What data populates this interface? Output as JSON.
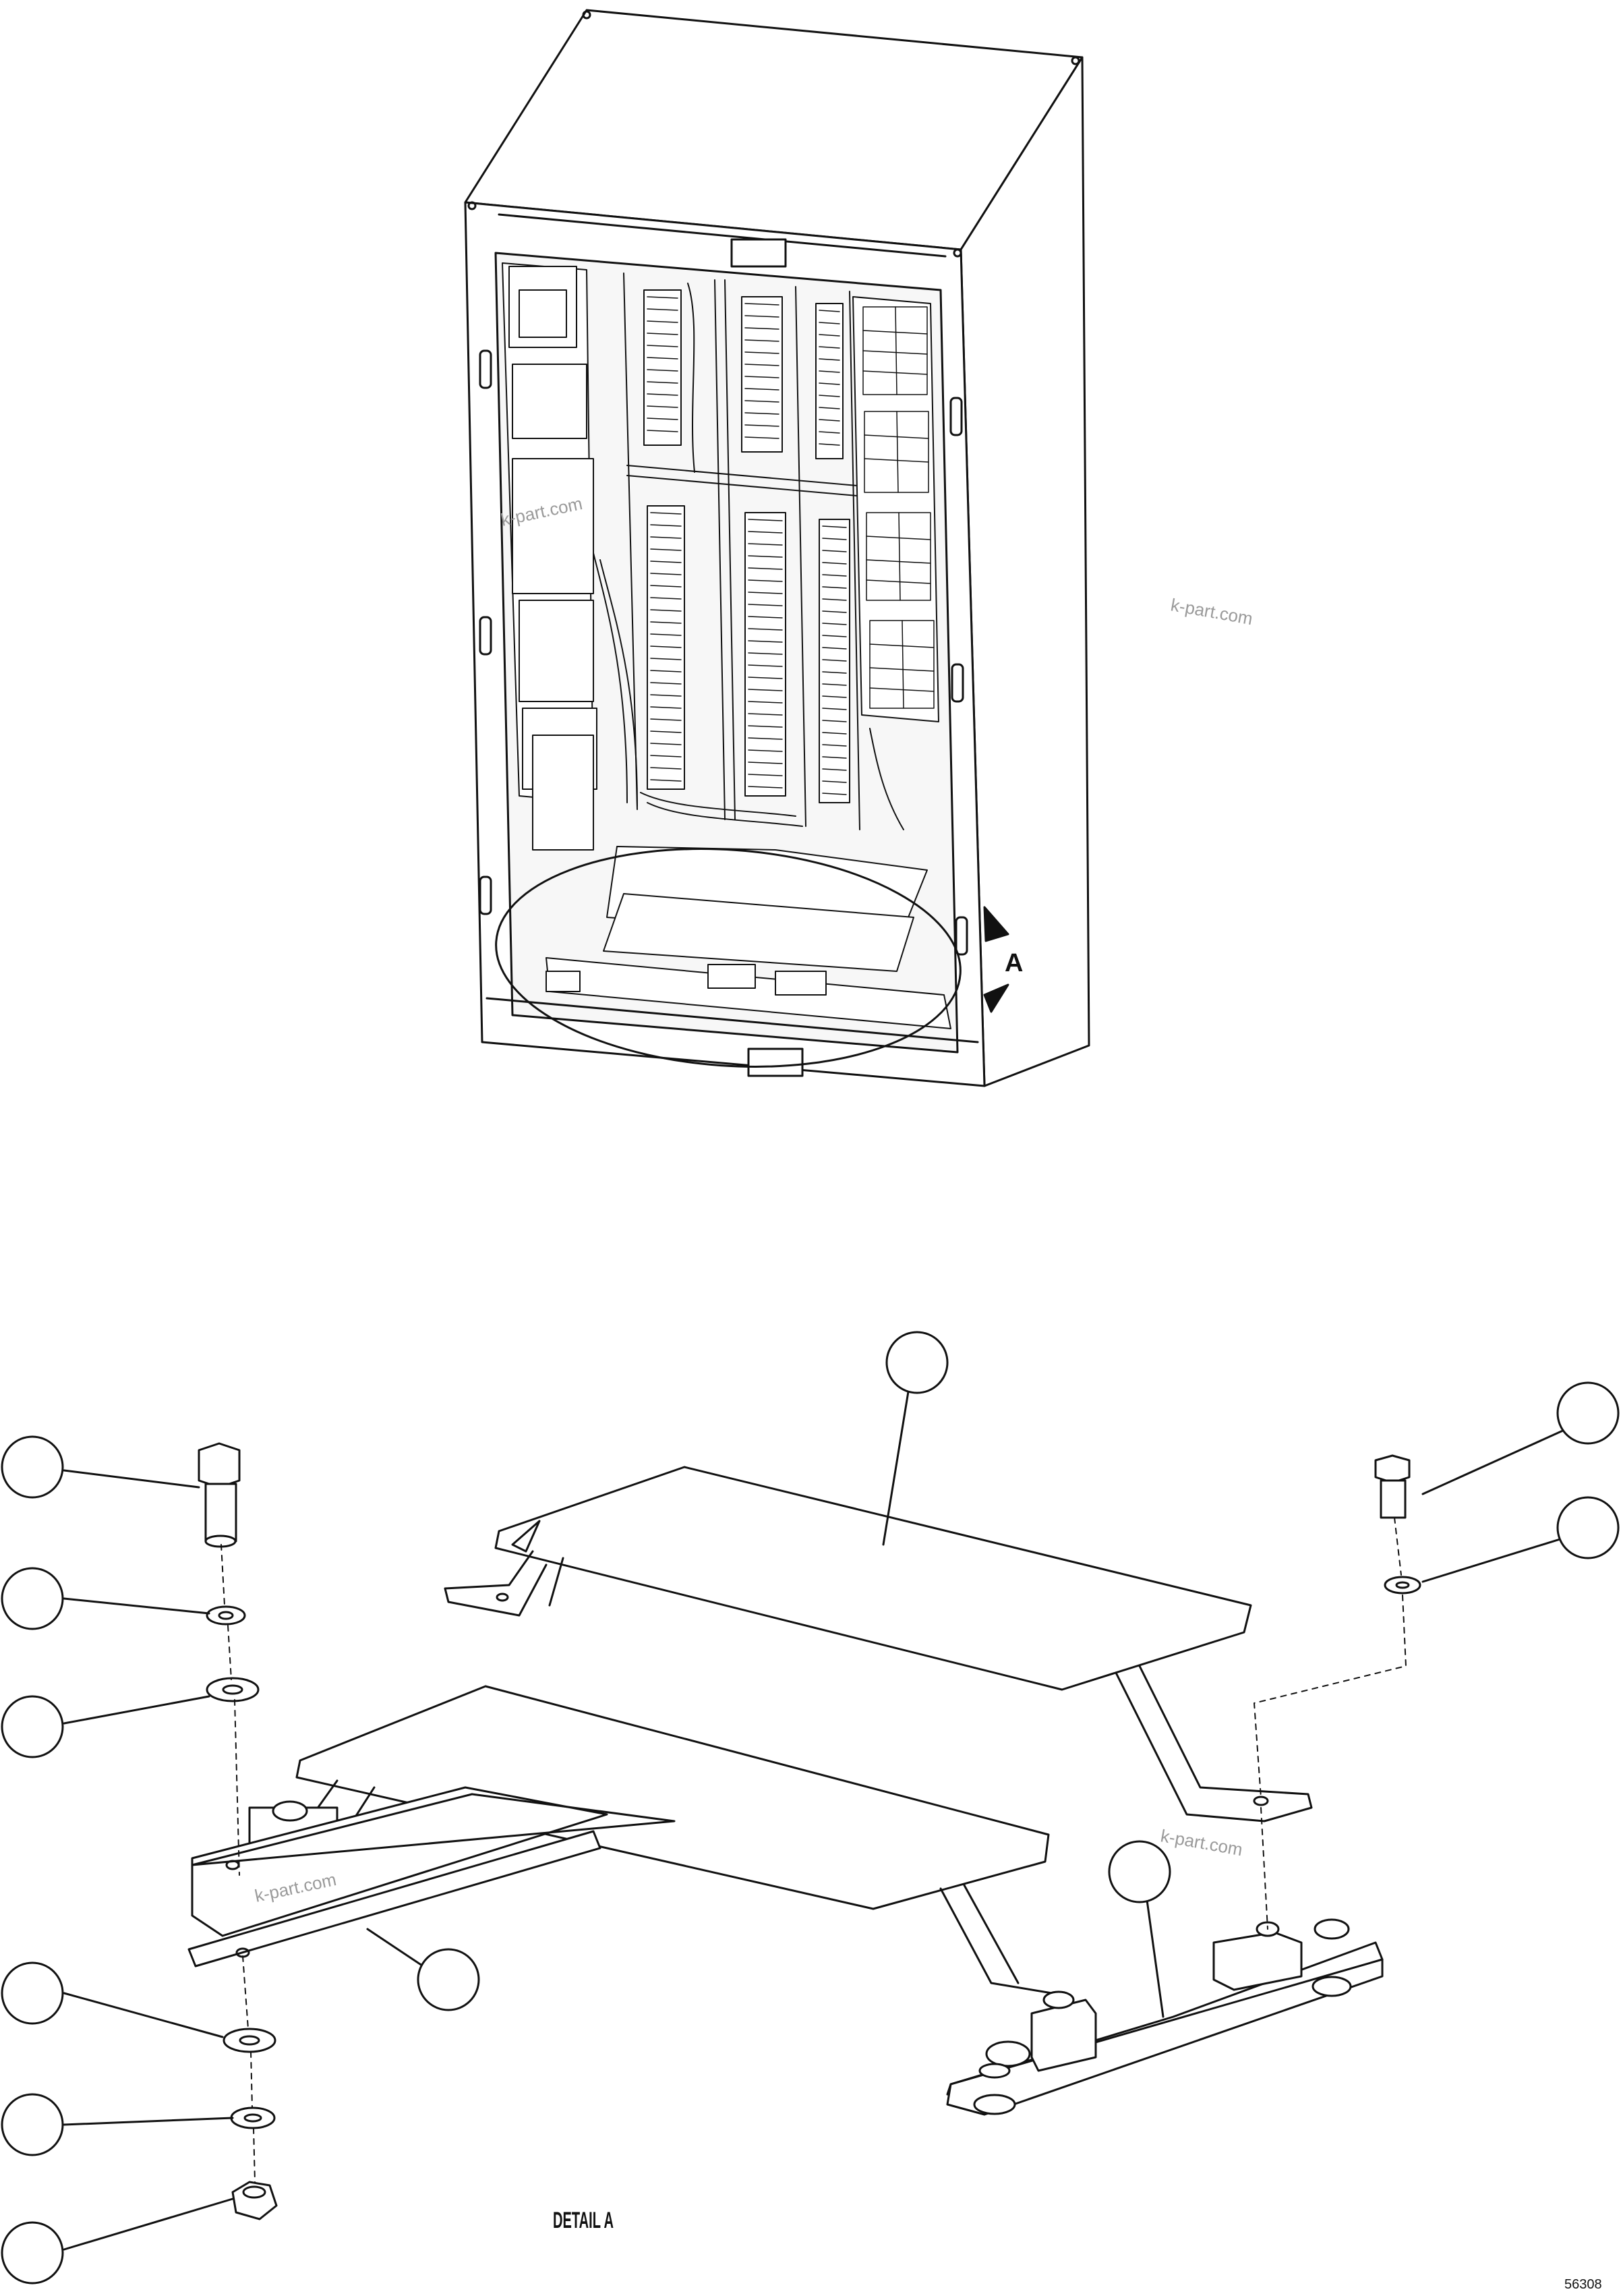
{
  "detail_marker": "A",
  "detail_title": "DETAIL A",
  "watermark": "k-part.com",
  "drawing_ref": "56308",
  "callouts": [
    "",
    "",
    "",
    "",
    "",
    "",
    "",
    "",
    "",
    "",
    "",
    ""
  ]
}
